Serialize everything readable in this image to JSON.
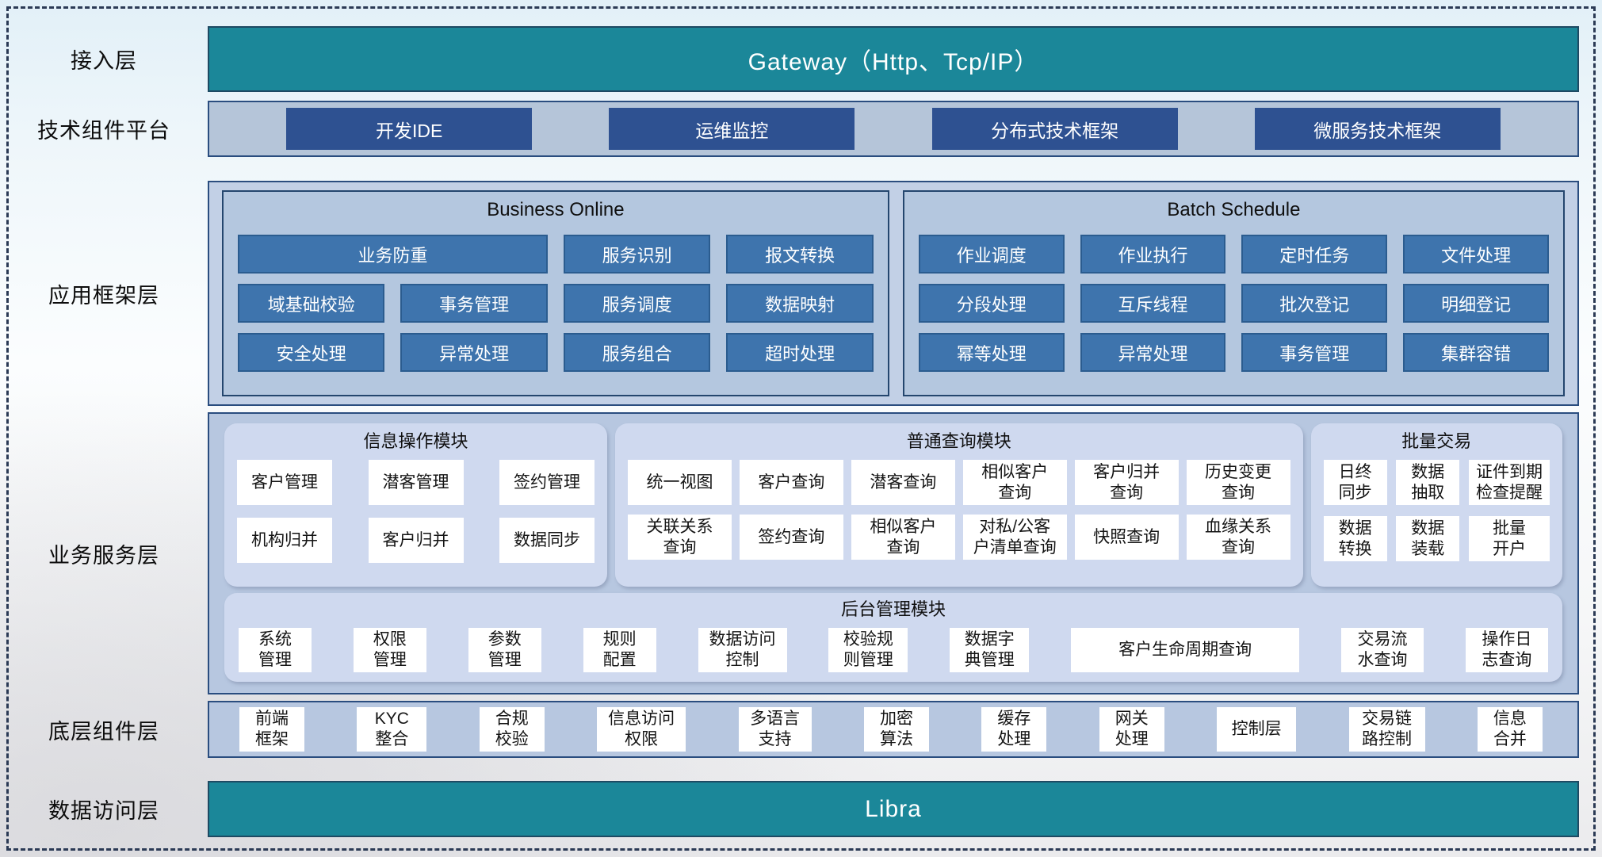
{
  "colors": {
    "teal": "#1b8799",
    "navy_button": "#2e5191",
    "steel_button": "#3e74ad",
    "panel_blue": "#b7c7e0",
    "rounded_panel": "#cfd9ef"
  },
  "access": {
    "label": "接入层",
    "gateway": "Gateway（Http、Tcp/IP）"
  },
  "tech": {
    "label": "技术组件平台",
    "items": [
      "开发IDE",
      "运维监控",
      "分布式技术框架",
      "微服务技术框架"
    ]
  },
  "framework": {
    "label": "应用框架层",
    "business_online": {
      "title": "Business Online",
      "cells": [
        "业务防重",
        "服务识别",
        "报文转换",
        "域基础校验",
        "事务管理",
        "服务调度",
        "数据映射",
        "安全处理",
        "异常处理",
        "服务组合",
        "超时处理"
      ]
    },
    "batch_schedule": {
      "title": "Batch Schedule",
      "cells": [
        "作业调度",
        "作业执行",
        "定时任务",
        "文件处理",
        "分段处理",
        "互斥线程",
        "批次登记",
        "明细登记",
        "幂等处理",
        "异常处理",
        "事务管理",
        "集群容错"
      ]
    }
  },
  "service": {
    "label": "业务服务层",
    "info_module": {
      "title": "信息操作模块",
      "cells": [
        "客户管理",
        "潜客管理",
        "签约管理",
        "机构归并",
        "客户归并",
        "数据同步"
      ]
    },
    "query_module": {
      "title": "普通查询模块",
      "cells": [
        "统一视图",
        "客户查询",
        "潜客查询",
        "相似客户\n查询",
        "客户归并\n查询",
        "历史变更\n查询",
        "关联关系\n查询",
        "签约查询",
        "相似客户\n查询",
        "对私/公客\n户清单查询",
        "快照查询",
        "血缘关系\n查询"
      ]
    },
    "batch_module": {
      "title": "批量交易",
      "cells": [
        "日终\n同步",
        "数据\n抽取",
        "证件到期\n检查提醒",
        "数据\n转换",
        "数据\n装载",
        "批量\n开户"
      ]
    },
    "admin_module": {
      "title": "后台管理模块",
      "cells": [
        "系统\n管理",
        "权限\n管理",
        "参数\n管理",
        "规则\n配置",
        "数据访问\n控制",
        "校验规\n则管理",
        "数据字\n典管理",
        "客户生命周期查询",
        "交易流\n水查询",
        "操作日\n志查询"
      ]
    }
  },
  "base": {
    "label": "底层组件层",
    "cells": [
      "前端\n框架",
      "KYC\n整合",
      "合规\n校验",
      "信息访问\n权限",
      "多语言\n支持",
      "加密\n算法",
      "缓存\n处理",
      "网关\n处理",
      "控制层",
      "交易链\n路控制",
      "信息\n合并"
    ]
  },
  "data_access": {
    "label": "数据访问层",
    "bar": "Libra"
  }
}
